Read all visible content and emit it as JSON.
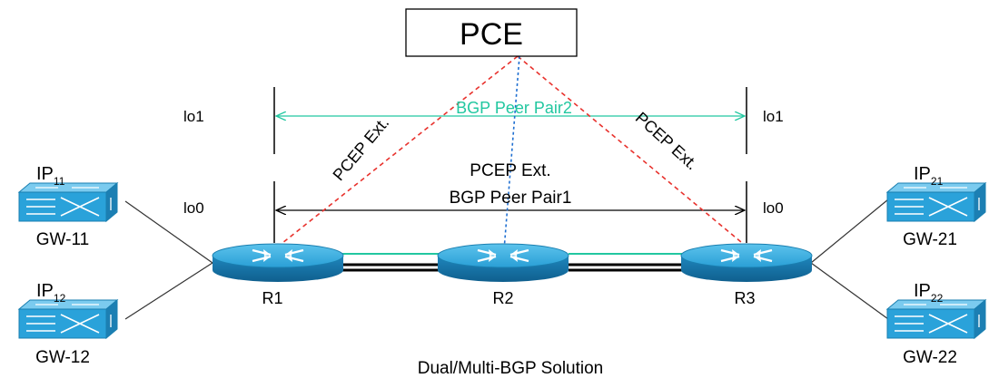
{
  "pce": {
    "label": "PCE"
  },
  "loopbacks": {
    "left_lo1": "lo1",
    "left_lo0": "lo0",
    "right_lo1": "lo1",
    "right_lo0": "lo0"
  },
  "sessions": {
    "bgp_pair2": "BGP Peer Pair2",
    "bgp_pair1": "BGP Peer Pair1",
    "pcep_center": "PCEP Ext.",
    "pcep_left": "PCEP Ext.",
    "pcep_right": "PCEP Ext."
  },
  "routers": {
    "r1": "R1",
    "r2": "R2",
    "r3": "R3"
  },
  "gateways": {
    "gw11": {
      "label": "GW-11",
      "ip": "IP",
      "sub": "11"
    },
    "gw12": {
      "label": "GW-12",
      "ip": "IP",
      "sub": "12"
    },
    "gw21": {
      "label": "GW-21",
      "ip": "IP",
      "sub": "21"
    },
    "gw22": {
      "label": "GW-22",
      "ip": "IP",
      "sub": "22"
    }
  },
  "caption": "Dual/Multi-BGP Solution",
  "colors": {
    "pcep_line": "#e8322d",
    "pce_to_r2": "#1f6fd1",
    "bgp_pair2": "#22c7a0",
    "bgp_pair1": "#000000",
    "device_fill": "#29a6dd",
    "device_dark": "#1a7fb0"
  }
}
